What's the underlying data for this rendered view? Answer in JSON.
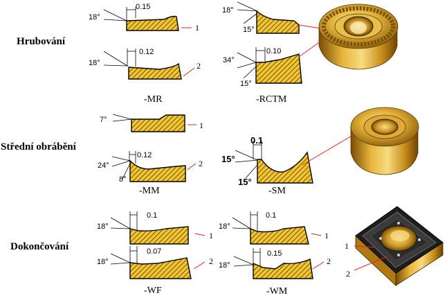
{
  "colors": {
    "hatch_fill": "#f2c531",
    "hatch_line": "#4a3600",
    "insert_gold": "#d9a21e",
    "insert_dark": "#1a1a1a",
    "leader_red": "#e8231e"
  },
  "sections": {
    "roughing": "Hrubování",
    "medium": "Střední obrábění",
    "finishing": "Dokončování"
  },
  "geometries": {
    "mr": "-MR",
    "rctm": "-RCTM",
    "mm": "-MM",
    "sm": "-SM",
    "wf": "-WF",
    "wm": "-WM"
  },
  "profiles": {
    "mr_top": {
      "angle": "18°",
      "land": "0.15",
      "marker": "1"
    },
    "mr_bot": {
      "angle": "18°",
      "land": "0.12",
      "marker": "2"
    },
    "rctm_top": {
      "angle1": "18°",
      "angle2": "15°"
    },
    "rctm_bot": {
      "angle1": "34°",
      "angle2": "15°",
      "land": "0.10"
    },
    "mm_top": {
      "angle": "7°",
      "marker": "1"
    },
    "mm_bot": {
      "angle1": "24°",
      "angle2": "8°",
      "land": "0.12",
      "marker": "2"
    },
    "sm": {
      "angle1": "15°",
      "angle2": "15°",
      "land": "0.1"
    },
    "wf_top": {
      "angle": "18°",
      "land": "0.1",
      "marker": "1"
    },
    "wf_bot": {
      "angle": "18°",
      "land": "0.07",
      "marker": "2"
    },
    "wm_top": {
      "angle": "18°",
      "land": "0.1",
      "marker": "1"
    },
    "wm_bot": {
      "angle": "18°",
      "land": "0.15",
      "marker": "2"
    }
  },
  "square_insert": {
    "marker1": "1",
    "marker2": "2"
  },
  "icons": [
    "round-insert-knurled-icon",
    "round-insert-smooth-icon",
    "square-insert-icon"
  ]
}
